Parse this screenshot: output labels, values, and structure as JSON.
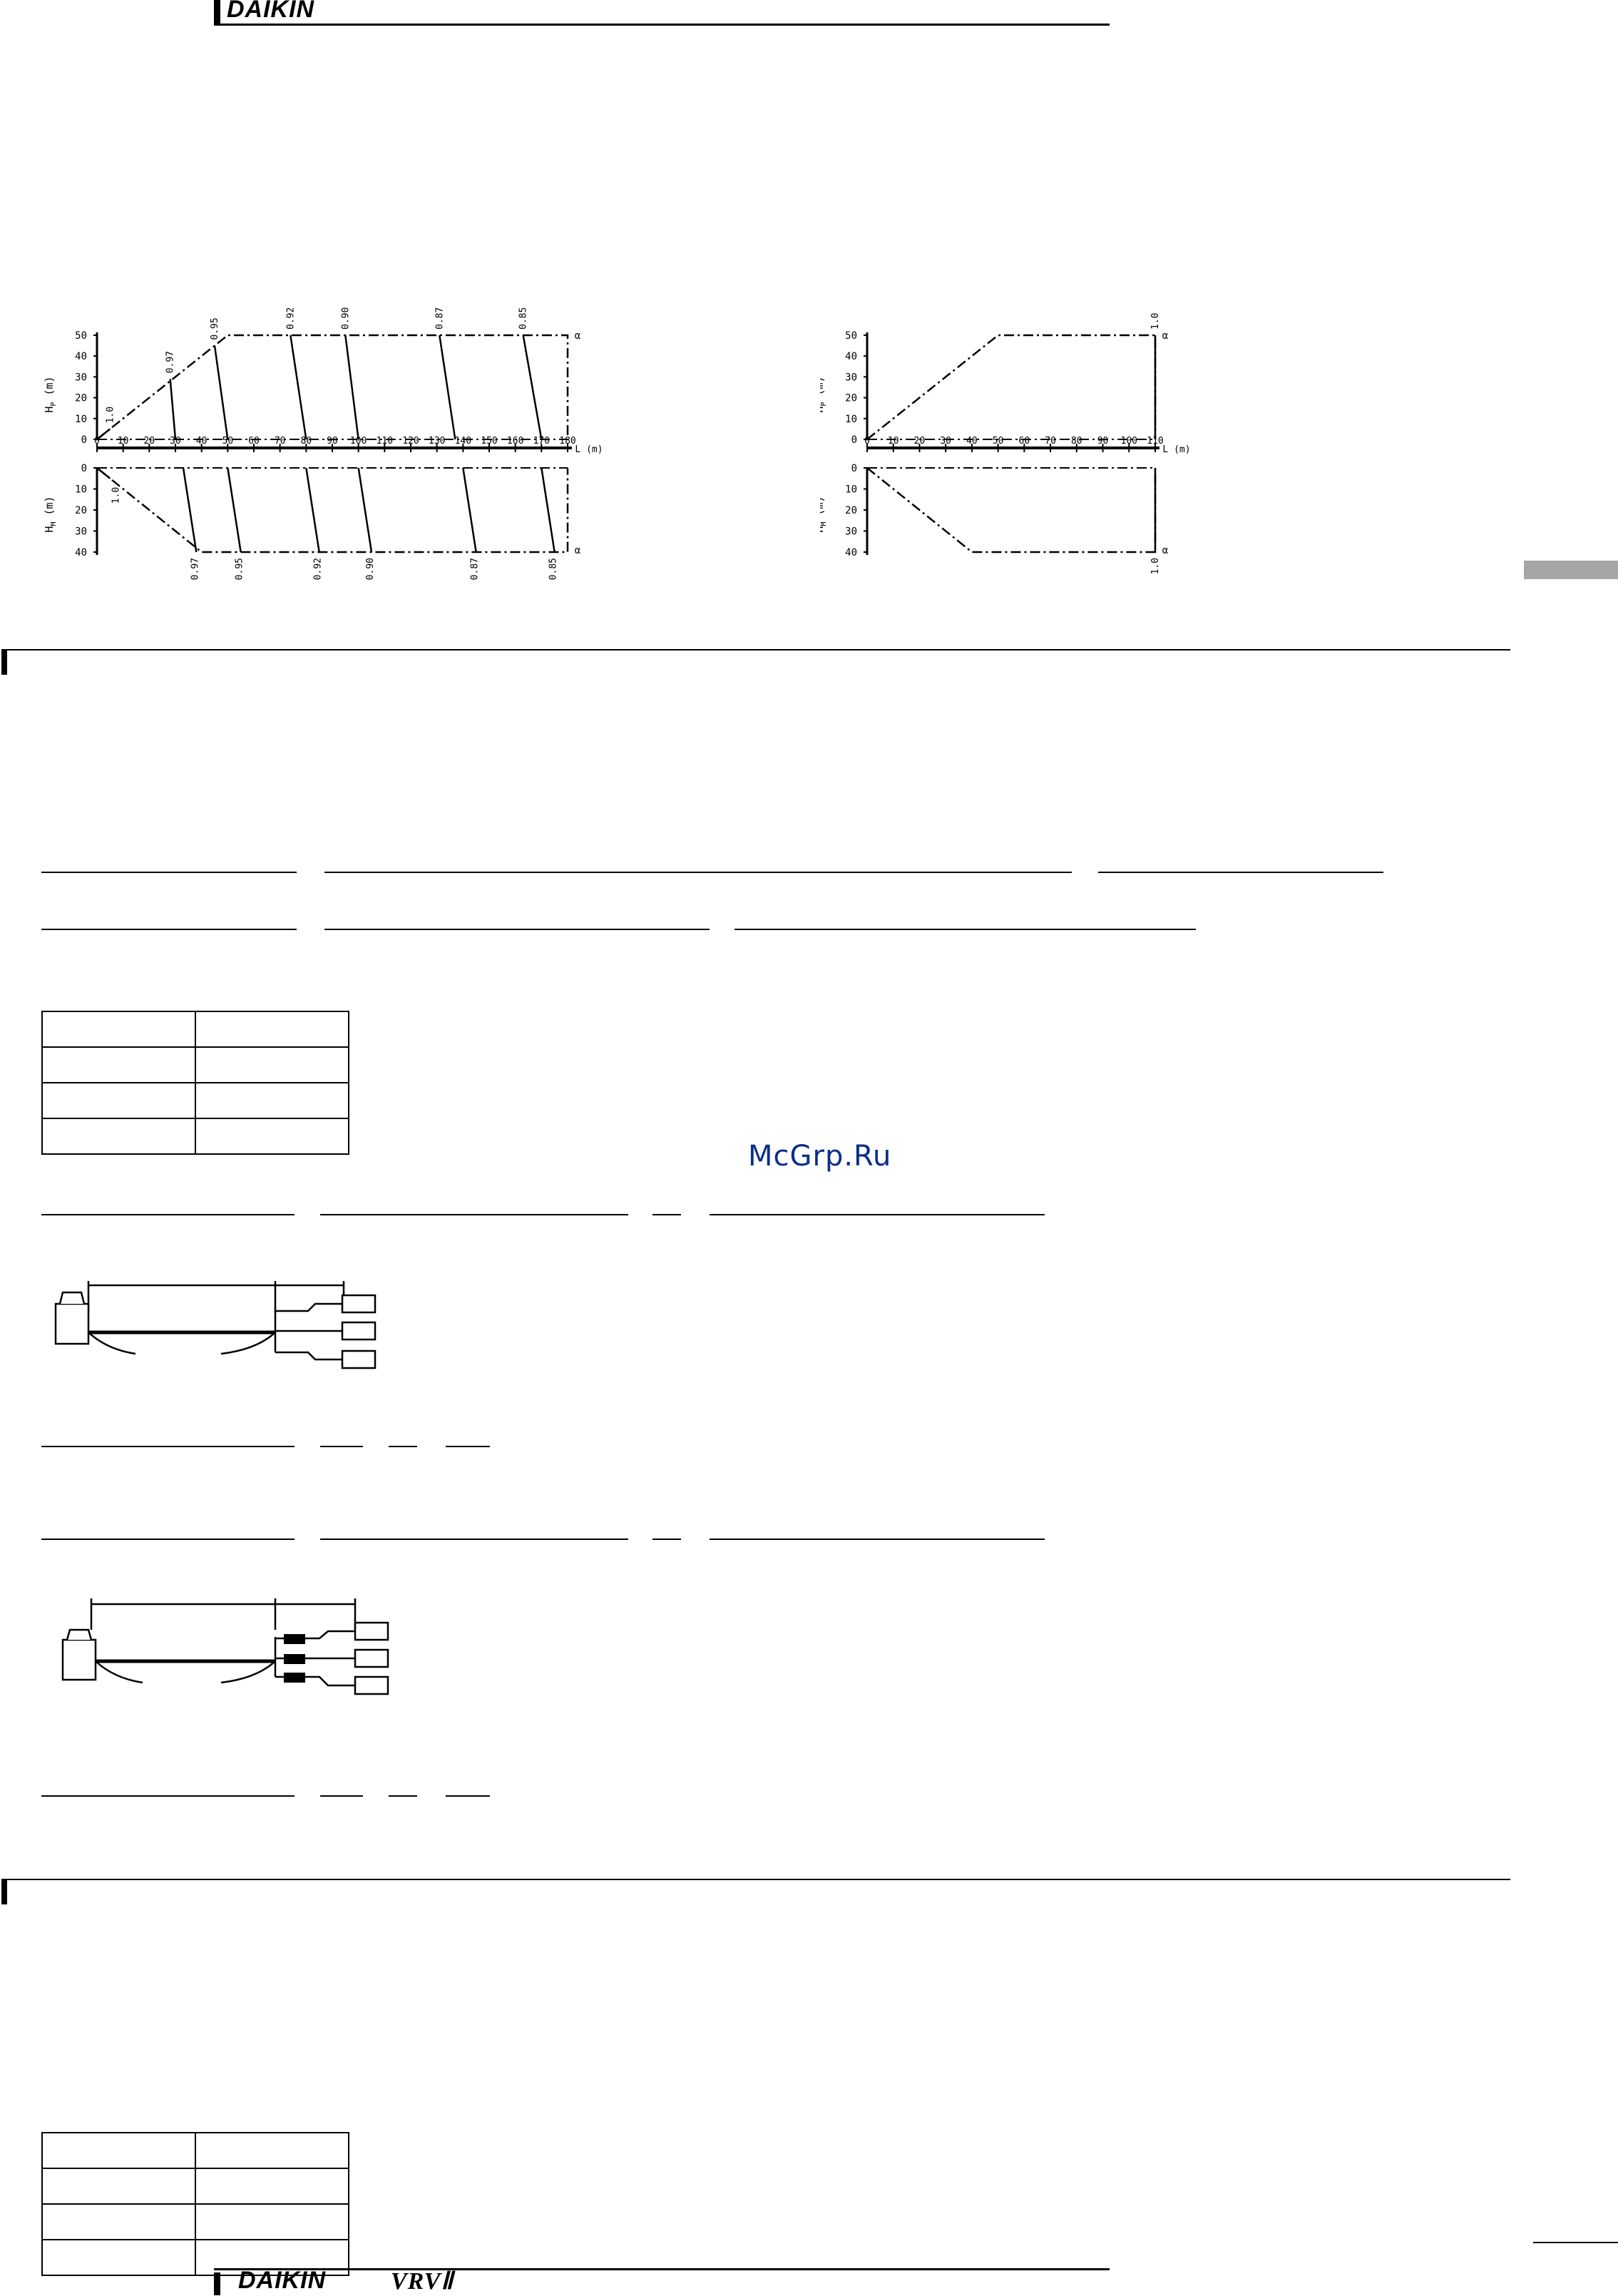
{
  "header": {
    "brand": "DAIKIN"
  },
  "footer": {
    "brand": "DAIKIN",
    "series": "VRVⅡ"
  },
  "watermark": "McGrp.Ru",
  "chart_data": [
    {
      "type": "line",
      "upper": {
        "ylabel": "H_P (m)",
        "yticks": [
          "50",
          "40",
          "30",
          "20",
          "10",
          "0"
        ],
        "ylim": [
          0,
          50
        ],
        "xlim": [
          0,
          180
        ],
        "xticks": [
          "0",
          "10",
          "20",
          "30",
          "40",
          "50",
          "60",
          "70",
          "80",
          "90",
          "100",
          "110",
          "120",
          "130",
          "140",
          "150",
          "160",
          "170",
          "180"
        ],
        "xlabel": "L (m)",
        "boundary": [
          [
            0,
            0
          ],
          [
            50,
            50
          ],
          [
            180,
            50
          ],
          [
            180,
            0
          ]
        ],
        "contours": [
          {
            "label": "1.0",
            "points": [
              [
                0,
                0
              ],
              [
                5,
                5
              ]
            ]
          },
          {
            "label": "0.97",
            "points": [
              [
                30,
                0
              ],
              [
                28,
                29
              ]
            ]
          },
          {
            "label": "0.95",
            "points": [
              [
                50,
                0
              ],
              [
                45,
                45
              ]
            ]
          },
          {
            "label": "0.92",
            "points": [
              [
                80,
                0
              ],
              [
                74,
                50
              ]
            ]
          },
          {
            "label": "0.90",
            "points": [
              [
                100,
                0
              ],
              [
                95,
                50
              ]
            ]
          },
          {
            "label": "0.87",
            "points": [
              [
                137,
                0
              ],
              [
                131,
                50
              ]
            ]
          },
          {
            "label": "0.85",
            "points": [
              [
                170,
                0
              ],
              [
                163,
                50
              ]
            ]
          }
        ],
        "end_label": "α"
      },
      "lower": {
        "ylabel": "H_M (m)",
        "yticks": [
          "0",
          "10",
          "20",
          "30",
          "40"
        ],
        "ylim": [
          0,
          40
        ],
        "boundary": [
          [
            0,
            0
          ],
          [
            40,
            40
          ],
          [
            180,
            40
          ],
          [
            180,
            0
          ]
        ],
        "contours": [
          {
            "label": "1.0",
            "points": [
              [
                0,
                0
              ],
              [
                5,
                5
              ]
            ]
          },
          {
            "label": "0.97",
            "points": [
              [
                33,
                0
              ],
              [
                38,
                40
              ]
            ]
          },
          {
            "label": "0.95",
            "points": [
              [
                50,
                0
              ],
              [
                55,
                40
              ]
            ]
          },
          {
            "label": "0.92",
            "points": [
              [
                80,
                0
              ],
              [
                85,
                40
              ]
            ]
          },
          {
            "label": "0.90",
            "points": [
              [
                100,
                0
              ],
              [
                105,
                40
              ]
            ]
          },
          {
            "label": "0.87",
            "points": [
              [
                140,
                0
              ],
              [
                145,
                40
              ]
            ]
          },
          {
            "label": "0.85",
            "points": [
              [
                170,
                0
              ],
              [
                175,
                40
              ]
            ]
          }
        ],
        "end_label": "α"
      }
    },
    {
      "type": "line",
      "upper": {
        "ylabel": "H_P (m)",
        "yticks": [
          "50",
          "40",
          "30",
          "20",
          "10",
          "0"
        ],
        "ylim": [
          0,
          50
        ],
        "xlim": [
          0,
          110
        ],
        "xticks": [
          "0",
          "10",
          "20",
          "30",
          "40",
          "50",
          "60",
          "70",
          "80",
          "90",
          "100",
          "110"
        ],
        "xlabel": "L (m)",
        "boundary": [
          [
            0,
            0
          ],
          [
            50,
            50
          ],
          [
            110,
            50
          ],
          [
            110,
            0
          ]
        ],
        "contours": [
          {
            "label": "1.0",
            "points": [
              [
                110,
                0
              ],
              [
                110,
                50
              ]
            ]
          }
        ],
        "end_label": "α"
      },
      "lower": {
        "ylabel": "H_M (m)",
        "yticks": [
          "0",
          "10",
          "20",
          "30",
          "40"
        ],
        "ylim": [
          0,
          40
        ],
        "boundary": [
          [
            0,
            0
          ],
          [
            40,
            40
          ],
          [
            110,
            40
          ],
          [
            110,
            0
          ]
        ],
        "contours": [
          {
            "label": "1.0",
            "points": [
              [
                110,
                0
              ],
              [
                110,
                40
              ]
            ]
          }
        ],
        "end_label": "α"
      }
    }
  ]
}
